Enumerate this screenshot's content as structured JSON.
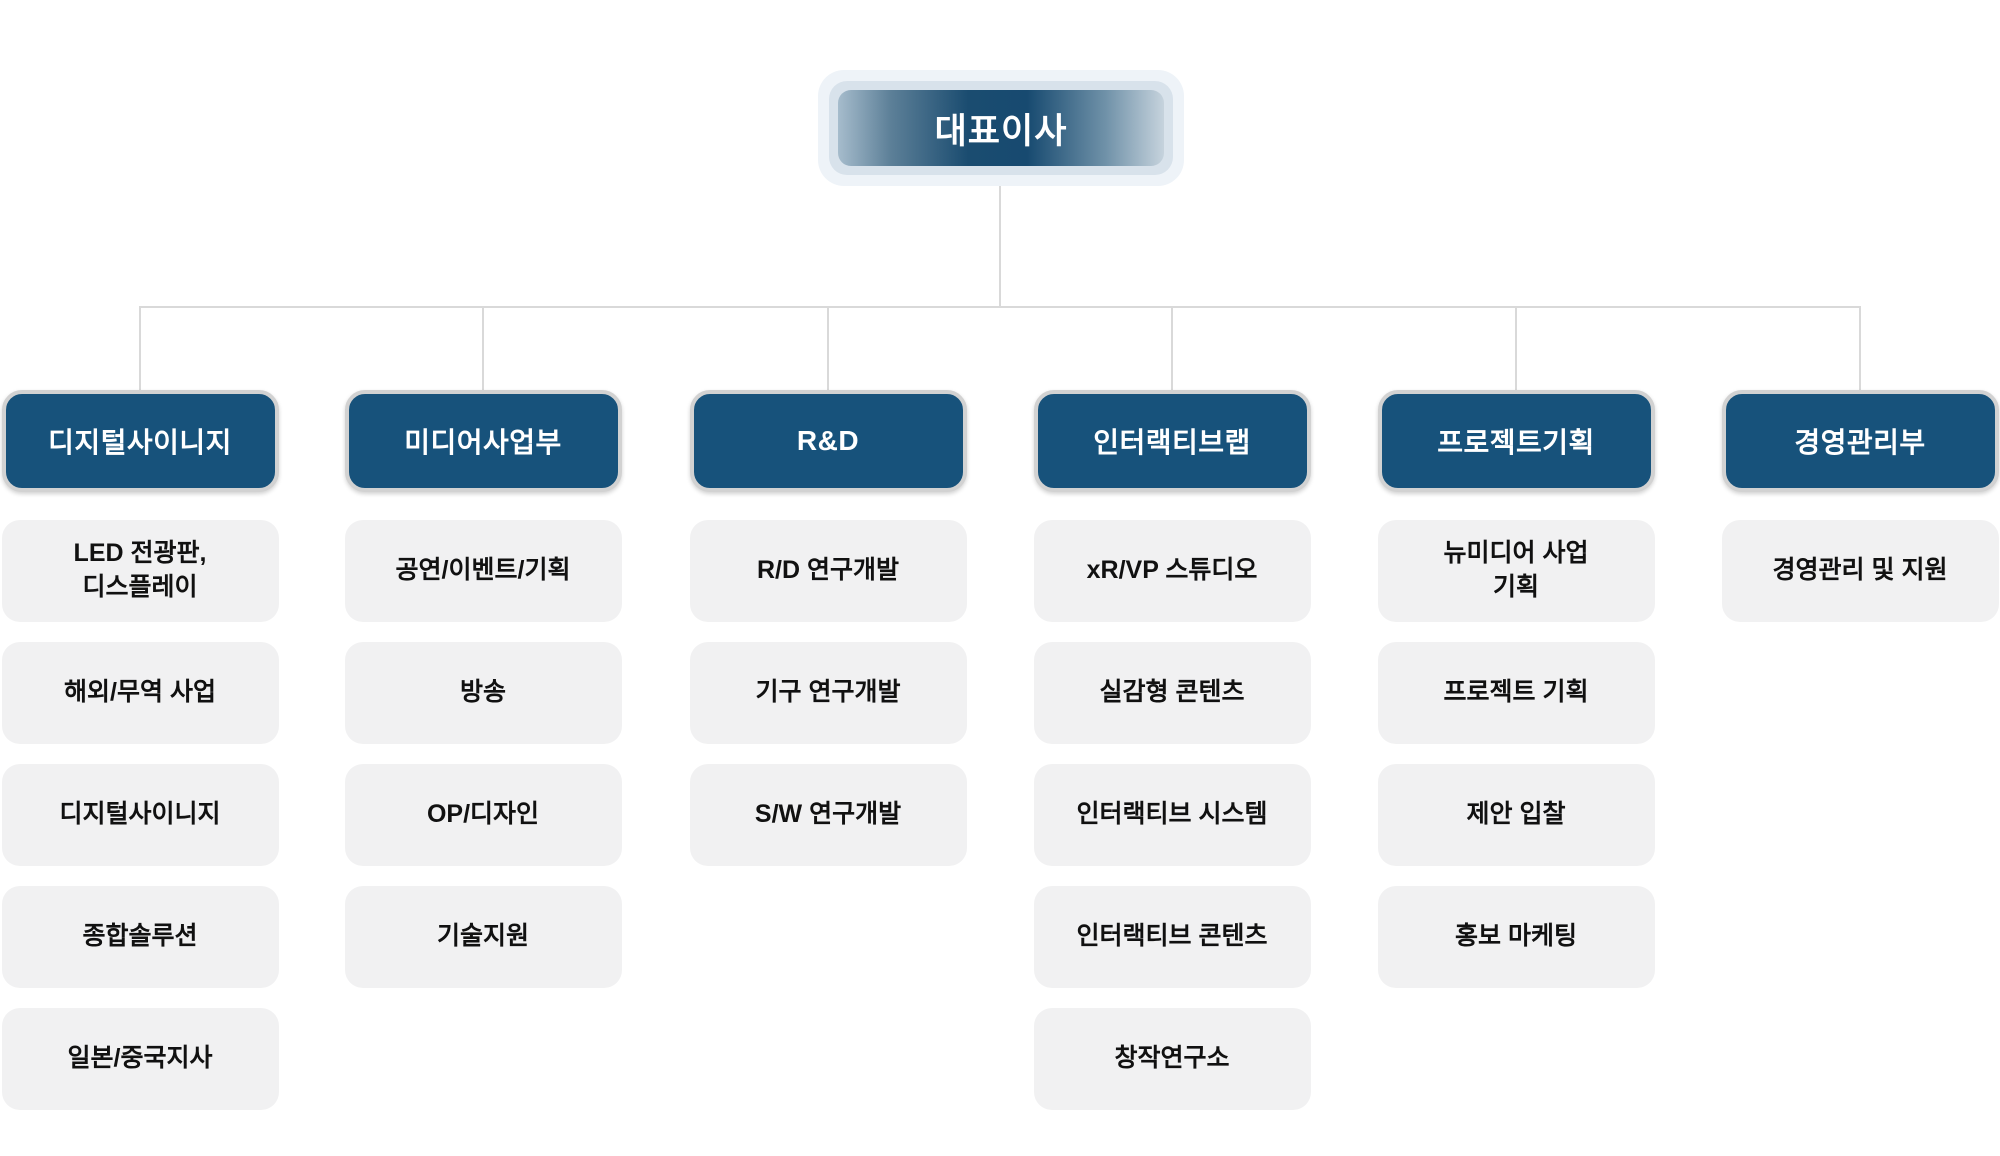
{
  "chart": {
    "root_label": "대표이사",
    "colors": {
      "header_bg": "#17527b",
      "header_text": "#ffffff",
      "item_bg": "#f1f1f2",
      "item_text": "#111111",
      "line": "#d9d9d9",
      "ceo_gradient_center": "#174a70",
      "ceo_gradient_edge": "#a6bccc",
      "ceo_frame_outer": "#eef3f8",
      "ceo_frame_inner": "#d8e2eb"
    },
    "departments": [
      {
        "label": "디지털사이니지",
        "items": [
          "LED 전광판,\n디스플레이",
          "해외/무역 사업",
          "디지털사이니지",
          "종합솔루션",
          "일본/중국지사"
        ]
      },
      {
        "label": "미디어사업부",
        "items": [
          "공연/이벤트/기획",
          "방송",
          "OP/디자인",
          "기술지원"
        ]
      },
      {
        "label": "R&D",
        "items": [
          "R/D 연구개발",
          "기구 연구개발",
          "S/W 연구개발"
        ]
      },
      {
        "label": "인터랙티브랩",
        "items": [
          "xR/VP 스튜디오",
          "실감형 콘텐츠",
          "인터랙티브 시스템",
          "인터랙티브 콘텐츠",
          "창작연구소"
        ]
      },
      {
        "label": "프로젝트기획",
        "items": [
          "뉴미디어 사업\n기획",
          "프로젝트 기획",
          "제안 입찰",
          "홍보 마케팅"
        ]
      },
      {
        "label": "경영관리부",
        "items": [
          "경영관리 및 지원"
        ]
      }
    ]
  }
}
